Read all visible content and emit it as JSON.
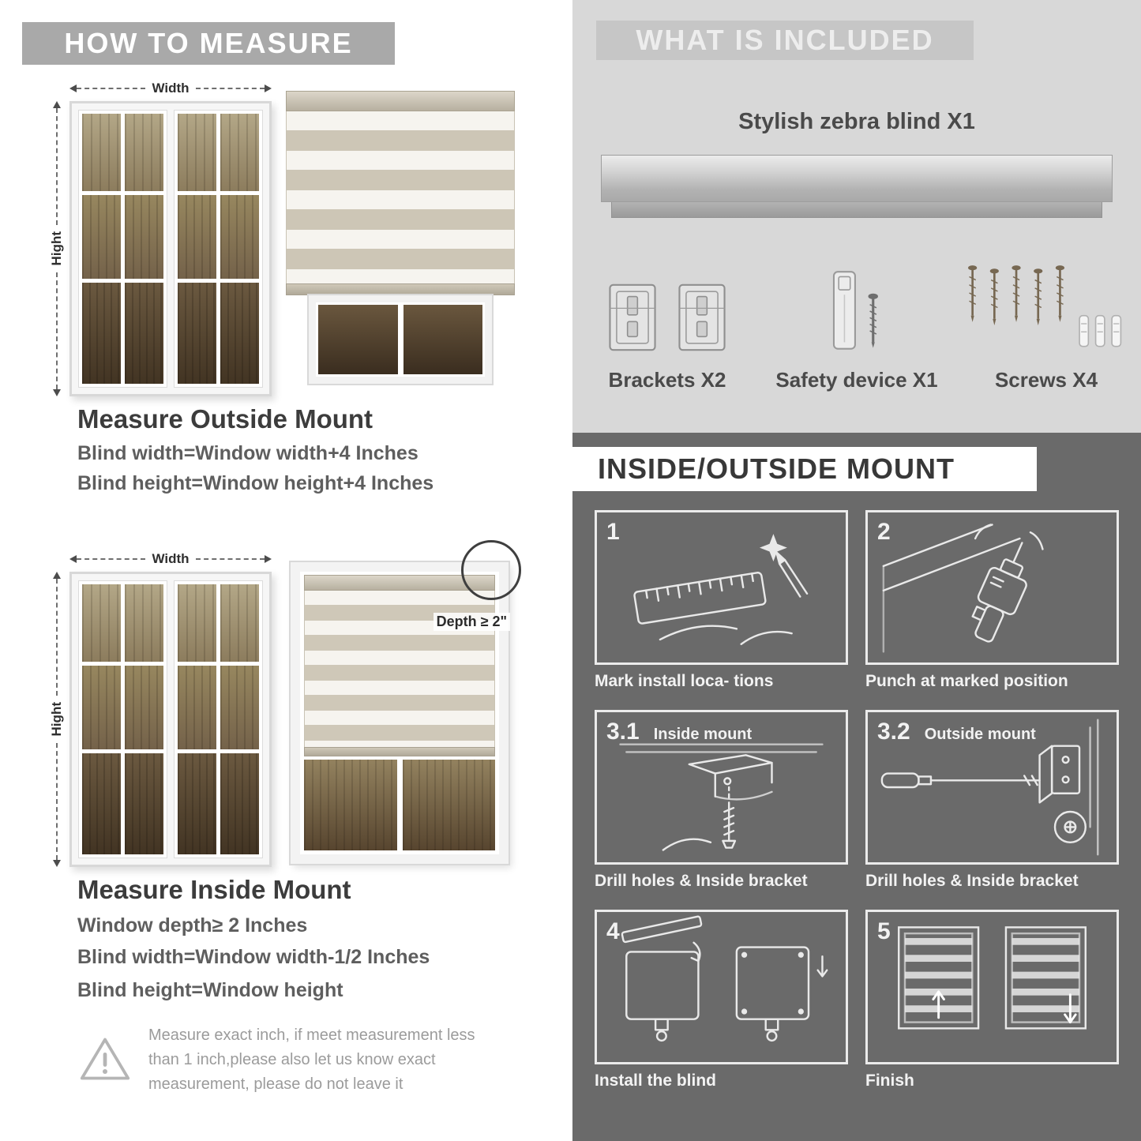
{
  "colors": {
    "left_header_bg": "#a9a9a9",
    "included_section_bg": "#d8d8d8",
    "included_header_bg": "#c6c6c6",
    "mount_section_bg": "#6a6a6a",
    "heading_text": "#3c3c3c",
    "body_text": "#5e5e5e",
    "blind_stripe_tan": "#cdc6b6",
    "blind_stripe_sheer": "#f6f4ef"
  },
  "icons": {
    "width-arrow-icon": "horizontal double-headed dashed measuring arrow",
    "height-arrow-icon": "vertical double-headed dashed measuring arrow",
    "depth-callout-circle": "circle outline highlighting window depth corner",
    "warning-triangle-icon": "triangle outline with exclamation mark",
    "brackets-icon": "two metal mounting brackets",
    "safety-device-icon": "clear cord safety device with screw",
    "screws-icon": "five screws with three wall anchors",
    "mark-location-icon": "hand marking position with ruler and pencil",
    "drill-icon": "electric drill punching marked position",
    "inside-bracket-icon": "bracket with screw driven upward",
    "outside-bracket-icon": "bracket with screwdriver driven sideways",
    "install-blind-icon": "blind headrail clipping into brackets",
    "finish-icon": "two zebra blinds with up and down arrows"
  },
  "left": {
    "header": "HOW TO MEASURE",
    "outside": {
      "width_label": "Width",
      "height_label": "Hight",
      "heading": "Measure Outside Mount",
      "line1": "Blind width=Window width+4 Inches",
      "line2": "Blind height=Window height+4 Inches"
    },
    "inside": {
      "width_label": "Width",
      "height_label": "Hight",
      "depth_callout": "Depth ≥ 2\"",
      "heading": "Measure Inside Mount",
      "line1": "Window depth≥ 2 Inches",
      "line2": "Blind width=Window width-1/2 Inches",
      "line3": "Blind height=Window height"
    },
    "warning_text": "Measure exact inch, if meet measurement less than 1 inch,please also let us know exact measurement, please do not leave it"
  },
  "included": {
    "header": "WHAT IS INCLUDED",
    "product_label": "Stylish zebra blind X1",
    "items": [
      {
        "label": "Brackets X2"
      },
      {
        "label": "Safety device X1"
      },
      {
        "label": "Screws X4"
      }
    ]
  },
  "mount": {
    "header": "INSIDE/OUTSIDE MOUNT",
    "steps": [
      {
        "number": "1",
        "caption": "Mark install loca- tions"
      },
      {
        "number": "2",
        "caption": "Punch at  marked position"
      },
      {
        "number": "3.1",
        "title": "Inside mount",
        "caption": "Drill holes &  Inside bracket"
      },
      {
        "number": "3.2",
        "title": "Outside mount",
        "caption": "Drill holes &  Inside bracket"
      },
      {
        "number": "4",
        "caption": "Install the blind"
      },
      {
        "number": "5",
        "caption": "Finish"
      }
    ]
  }
}
